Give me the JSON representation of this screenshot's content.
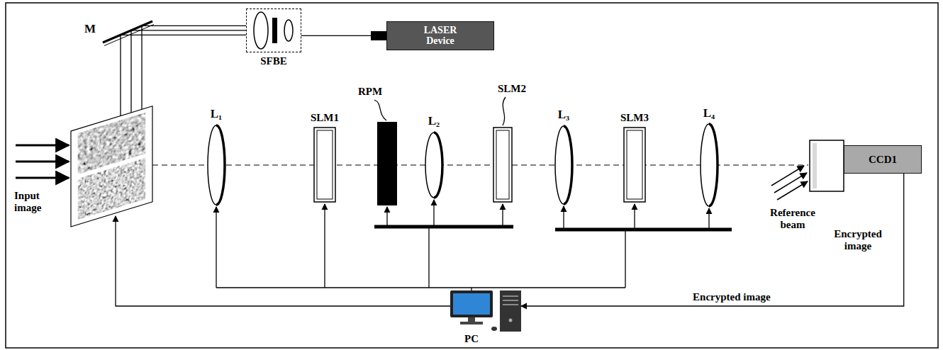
{
  "diagram": {
    "nodes": [
      {
        "text": [
          "SFBE"
        ]
      },
      {
        "text": [
          "LASER Device"
        ]
      },
      {
        "text": [
          "CCD1"
        ]
      },
      {
        "text": [
          "PC"
        ]
      }
    ],
    "edges": [
      {
        "from": 0,
        "to": 1,
        "arrow": "none"
      },
      {
        "from": 2,
        "to": 3,
        "arrow": "to",
        "label": "Encrypted image"
      }
    ],
    "labels": [
      "M",
      "Input image",
      "L₁",
      "SLM1",
      "RPM",
      "L₂",
      "SLM2",
      "L₃",
      "SLM3",
      "L₄",
      "Reference beam",
      "Encrypted image"
    ]
  }
}
